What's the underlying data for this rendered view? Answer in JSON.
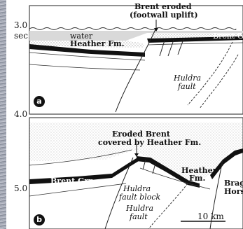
{
  "time_axis": {
    "unit_label": "sec.",
    "ticks": [
      "3.0",
      "4.0",
      "5.0"
    ]
  },
  "panel_a": {
    "badge": "a",
    "annotation_title_line1": "Brent eroded",
    "annotation_title_line2": "(footwall uplift)",
    "water_label": "water",
    "heather_label": "Heather Fm.",
    "brent_label": "Brent Gr.",
    "fault_label_line1": "Huldra",
    "fault_label_line2": "fault"
  },
  "panel_b": {
    "badge": "b",
    "annotation_line1": "Eroded Brent",
    "annotation_line2": "covered by Heather Fm.",
    "brent_label": "Brent Grp.",
    "heather_label_line1": "Heather",
    "heather_label_line2": "Fm.",
    "fault_block_line1": "Huldra",
    "fault_block_line2": "fault block",
    "fault_label_line1": "Huldra",
    "fault_label_line2": "fault",
    "right_label_line1": "Brag",
    "right_label_line2": "Hors",
    "scale_label": "10 km"
  }
}
